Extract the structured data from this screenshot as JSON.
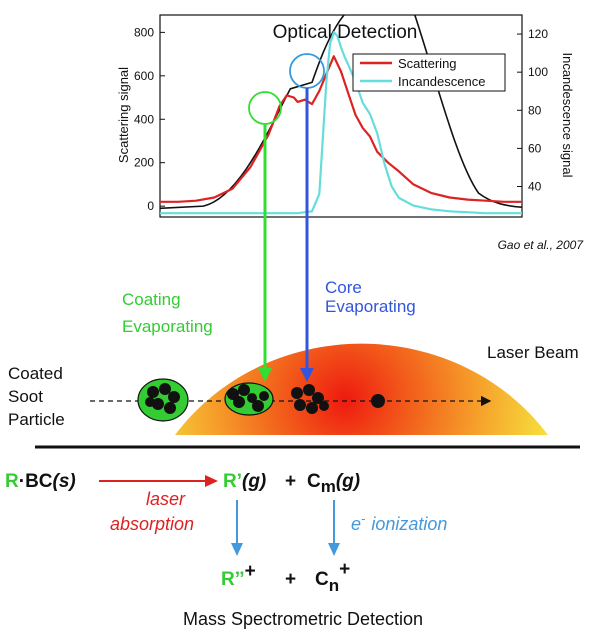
{
  "chart_data": {
    "type": "line",
    "title": "Optical Detection",
    "ylabel": "Scattering signal",
    "y2label": "Incandescence signal",
    "ylim": [
      -50,
      880
    ],
    "y2lim": [
      24,
      130
    ],
    "yticks": [
      "0",
      "200",
      "400",
      "600",
      "800"
    ],
    "y2ticks": [
      "40",
      "60",
      "80",
      "100",
      "120"
    ],
    "xlim": [
      0,
      100
    ],
    "legend_position": "top-right",
    "series": [
      {
        "name": "Scattering",
        "axis": "left",
        "x": [
          0,
          5,
          10,
          15,
          20,
          25,
          30,
          33,
          35,
          37,
          38,
          40,
          42,
          44,
          46,
          48,
          50,
          52,
          54,
          56,
          58,
          60,
          63,
          66,
          70,
          75,
          80,
          85,
          90,
          95,
          100
        ],
        "values": [
          20,
          20,
          25,
          40,
          80,
          180,
          330,
          460,
          510,
          500,
          480,
          490,
          470,
          530,
          610,
          690,
          620,
          520,
          420,
          360,
          320,
          250,
          200,
          160,
          100,
          60,
          40,
          30,
          25,
          20,
          20
        ]
      },
      {
        "name": "Incandescence",
        "axis": "right",
        "x": [
          0,
          10,
          20,
          30,
          38,
          42,
          44,
          46,
          47,
          48,
          49,
          50,
          51,
          52,
          54,
          56,
          58,
          60,
          62,
          64,
          66,
          70,
          75,
          80,
          90,
          100
        ],
        "values": [
          26,
          26,
          26,
          26,
          26,
          27,
          36,
          96,
          115,
          121,
          119,
          113,
          108,
          104,
          95,
          84,
          78,
          68,
          52,
          40,
          34,
          30,
          28,
          27,
          26,
          26
        ]
      }
    ]
  },
  "citation": "Gao et al., 2007",
  "diagram": {
    "coating_label": [
      "Coating",
      "Evaporating"
    ],
    "core_label": [
      "Core",
      "Evaporating"
    ],
    "laser_beam_label": "Laser Beam",
    "particle_label": [
      "Coated",
      "Soot",
      "Particle"
    ],
    "colors": {
      "coating": "#33dd33",
      "core": "#3355dd",
      "laser_red": "#dd2222",
      "ionization_blue": "#4499dd",
      "incandescence": "#66dddd",
      "scattering": "#dd2222"
    }
  },
  "reaction": {
    "r_dot": "R",
    "dot": "·",
    "bc": "BC",
    "bc_phase": "(s)",
    "laser_line1": "laser",
    "laser_line2": "absorption",
    "r_prime": "R’",
    "r_prime_phase": "(g)",
    "plus1": "+",
    "c": "C",
    "c_sub": "m",
    "c_phase": "(g)",
    "ion_e": "e",
    "ion_sup": "-",
    "ion_text": "ionization",
    "r_dprime": "R’’",
    "r_dprime_sup": "+",
    "plus2": "+",
    "cn": "C",
    "cn_sub": "n",
    "cn_sup": "+"
  },
  "footer_label": "Mass Spectrometric Detection"
}
